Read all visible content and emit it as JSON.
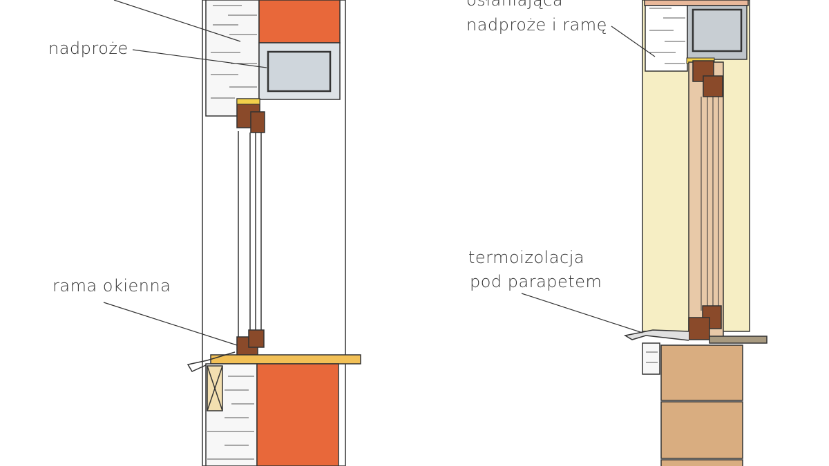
{
  "labels": {
    "left_lintel": "nadproże",
    "left_frame": "rama okienna",
    "right_cover_line1": "osłaniająca",
    "right_cover_line2": "nadproże i ramę",
    "right_insulation_line1": "termoizolacja",
    "right_insulation_line2": "pod parapetem"
  },
  "colors": {
    "brick": "#e8683a",
    "lintel": "#cfd6dc",
    "wood": "#8a4a2a",
    "sill": "#f2c056",
    "render": "#f6eec4",
    "block": "#d9ad80"
  }
}
